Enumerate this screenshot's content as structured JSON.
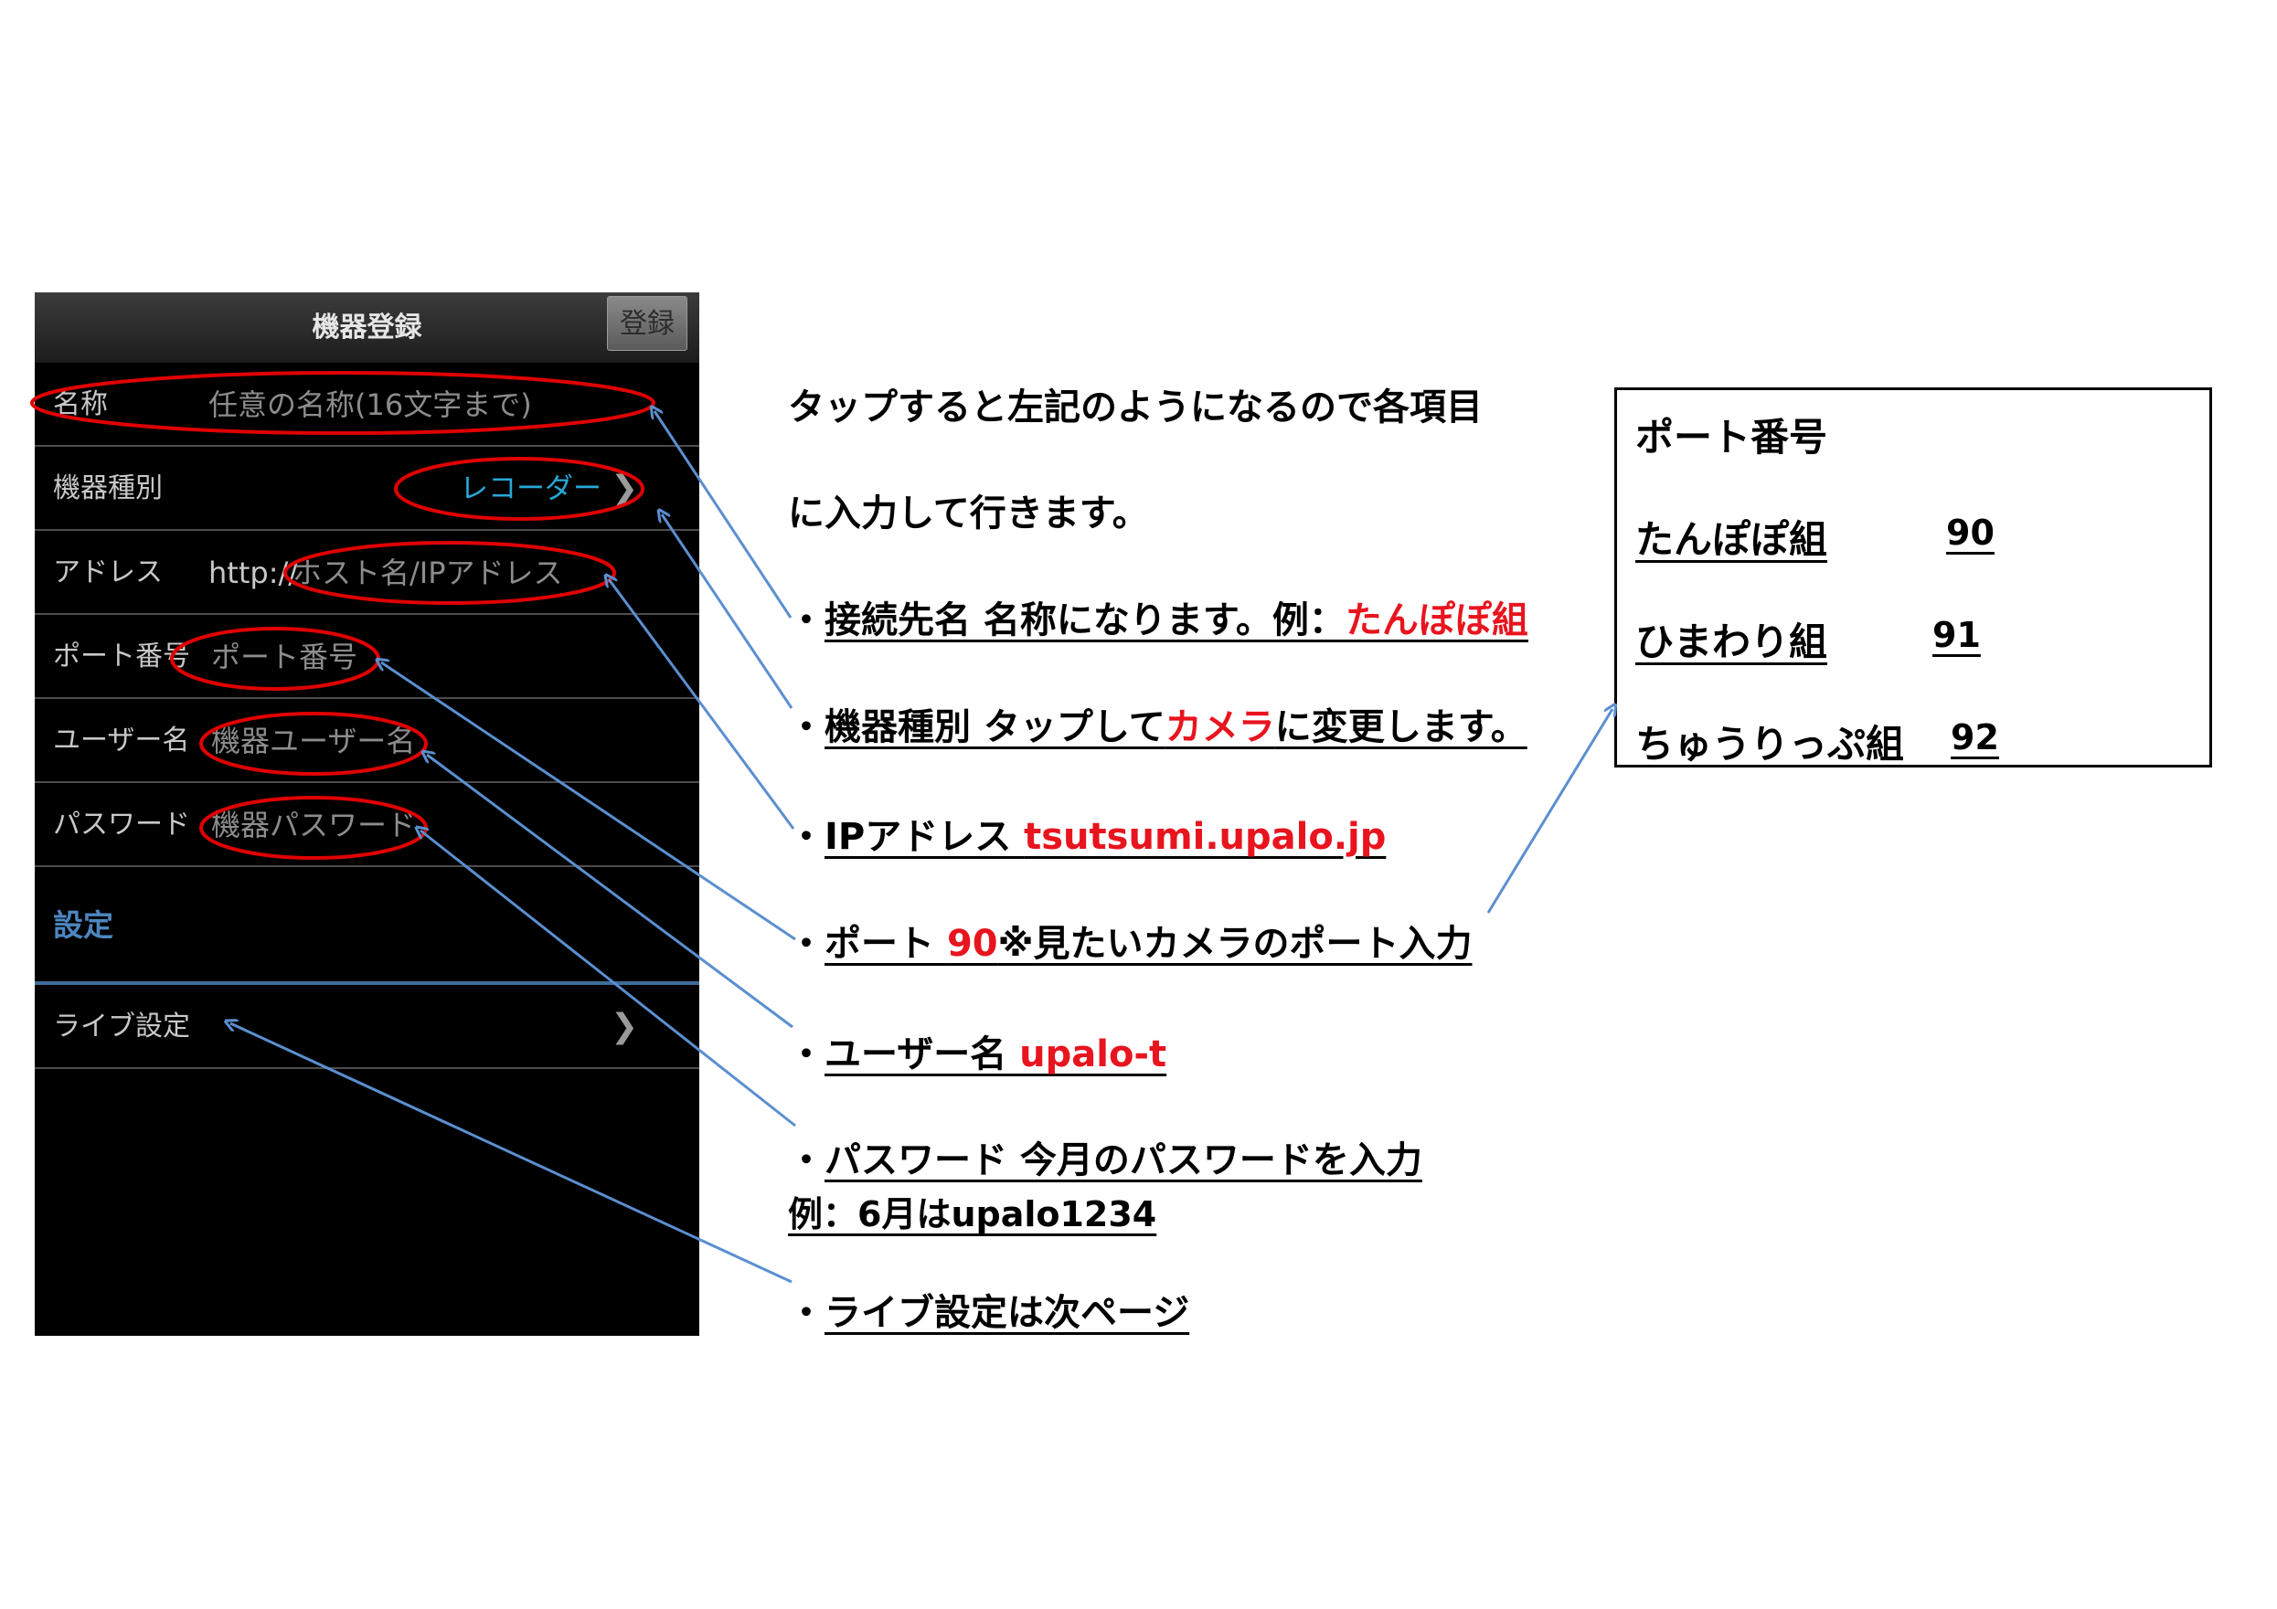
{
  "phone": {
    "title": "機器登録",
    "register_button": "登録",
    "fields": [
      {
        "label": "名称",
        "placeholder": "任意の名称(16文字まで)"
      },
      {
        "label": "機器種別",
        "value": "レコーダー"
      },
      {
        "label": "アドレス",
        "prefix": "http://",
        "placeholder": "ホスト名/IPアドレス"
      },
      {
        "label": "ポート番号",
        "placeholder": "ポート番号"
      },
      {
        "label": "ユーザー名",
        "placeholder": "機器ユーザー名"
      },
      {
        "label": "パスワード",
        "placeholder": "機器パスワード"
      }
    ],
    "section_label": "設定",
    "live_settings": "ライブ設定",
    "chevron": "❯"
  },
  "instructions": {
    "intro_1": "タップすると左記のようになるので各項目",
    "intro_2": "に入力して行きます。",
    "name_prefix": "・",
    "name_text": "接続先名  名称になります。例：",
    "name_example": "たんぽぽ組",
    "type_prefix": "・",
    "type_text": "機器種別 タップして",
    "type_highlight": "カメラ",
    "type_suffix": "に変更します。",
    "ip_prefix": "・",
    "ip_text": "IPアドレス ",
    "ip_value": "tsutsumi.upalo.jp",
    "port_prefix": "・",
    "port_text": "ポート ",
    "port_value": "90",
    "port_suffix": "※見たいカメラのポート入力",
    "user_prefix": "・",
    "user_text": "ユーザー名 ",
    "user_value": "upalo-t",
    "pw_prefix": "・",
    "pw_text": "パスワード 今月のパスワードを入力",
    "pw_example": "例：6月はupalo1234",
    "live_prefix": "・",
    "live_text": "ライブ設定は次ページ"
  },
  "port_table": {
    "title": "ポート番号",
    "rows": [
      {
        "group": "たんぽぽ組",
        "port": "90"
      },
      {
        "group": "ひまわり組",
        "port": "91"
      },
      {
        "group": "ちゅうりっぷ組",
        "port": "92"
      }
    ]
  },
  "colors": {
    "highlight_red": "#e8141e",
    "arrow_blue": "#5b8fd0",
    "ellipse_red": "#e00000",
    "phone_accent": "#28a8d8"
  }
}
